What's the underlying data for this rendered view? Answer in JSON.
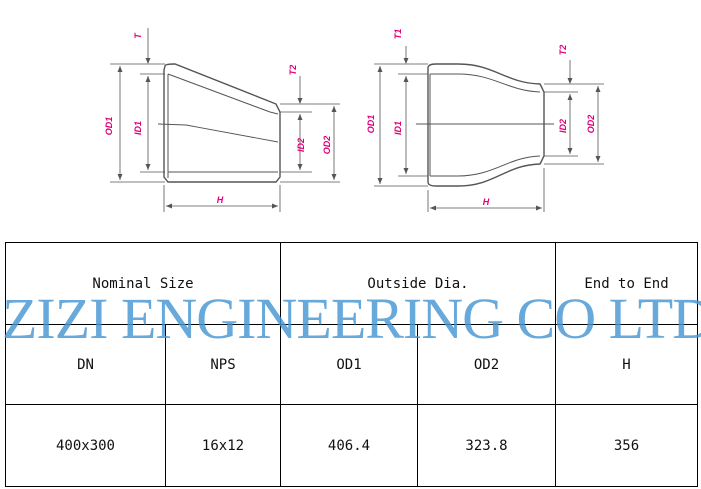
{
  "diagram_left": {
    "labels": {
      "t": "T",
      "t2": "T2",
      "od1": "OD1",
      "id1": "ID1",
      "id2": "ID2",
      "od2": "OD2",
      "h": "H"
    }
  },
  "diagram_right": {
    "labels": {
      "t1": "T1",
      "t2": "T2",
      "od1": "OD1",
      "id1": "ID1",
      "id2": "ID2",
      "od2": "OD2",
      "h": "H"
    }
  },
  "table": {
    "group_headers": {
      "nominal_size": "Nominal Size",
      "outside_dia": "Outside Dia.",
      "end_to_end": "End to End"
    },
    "sub_headers": {
      "dn": "DN",
      "nps": "NPS",
      "od1": "OD1",
      "od2": "OD2",
      "h": "H"
    },
    "rows": [
      {
        "dn": "400x300",
        "nps": "16x12",
        "od1": "406.4",
        "od2": "323.8",
        "h": "356"
      }
    ]
  },
  "watermark": "ZIZI ENGINEERING CO LTD",
  "colors": {
    "label": "#e0007a",
    "watermark": "#4696d2",
    "line": "#555555"
  }
}
